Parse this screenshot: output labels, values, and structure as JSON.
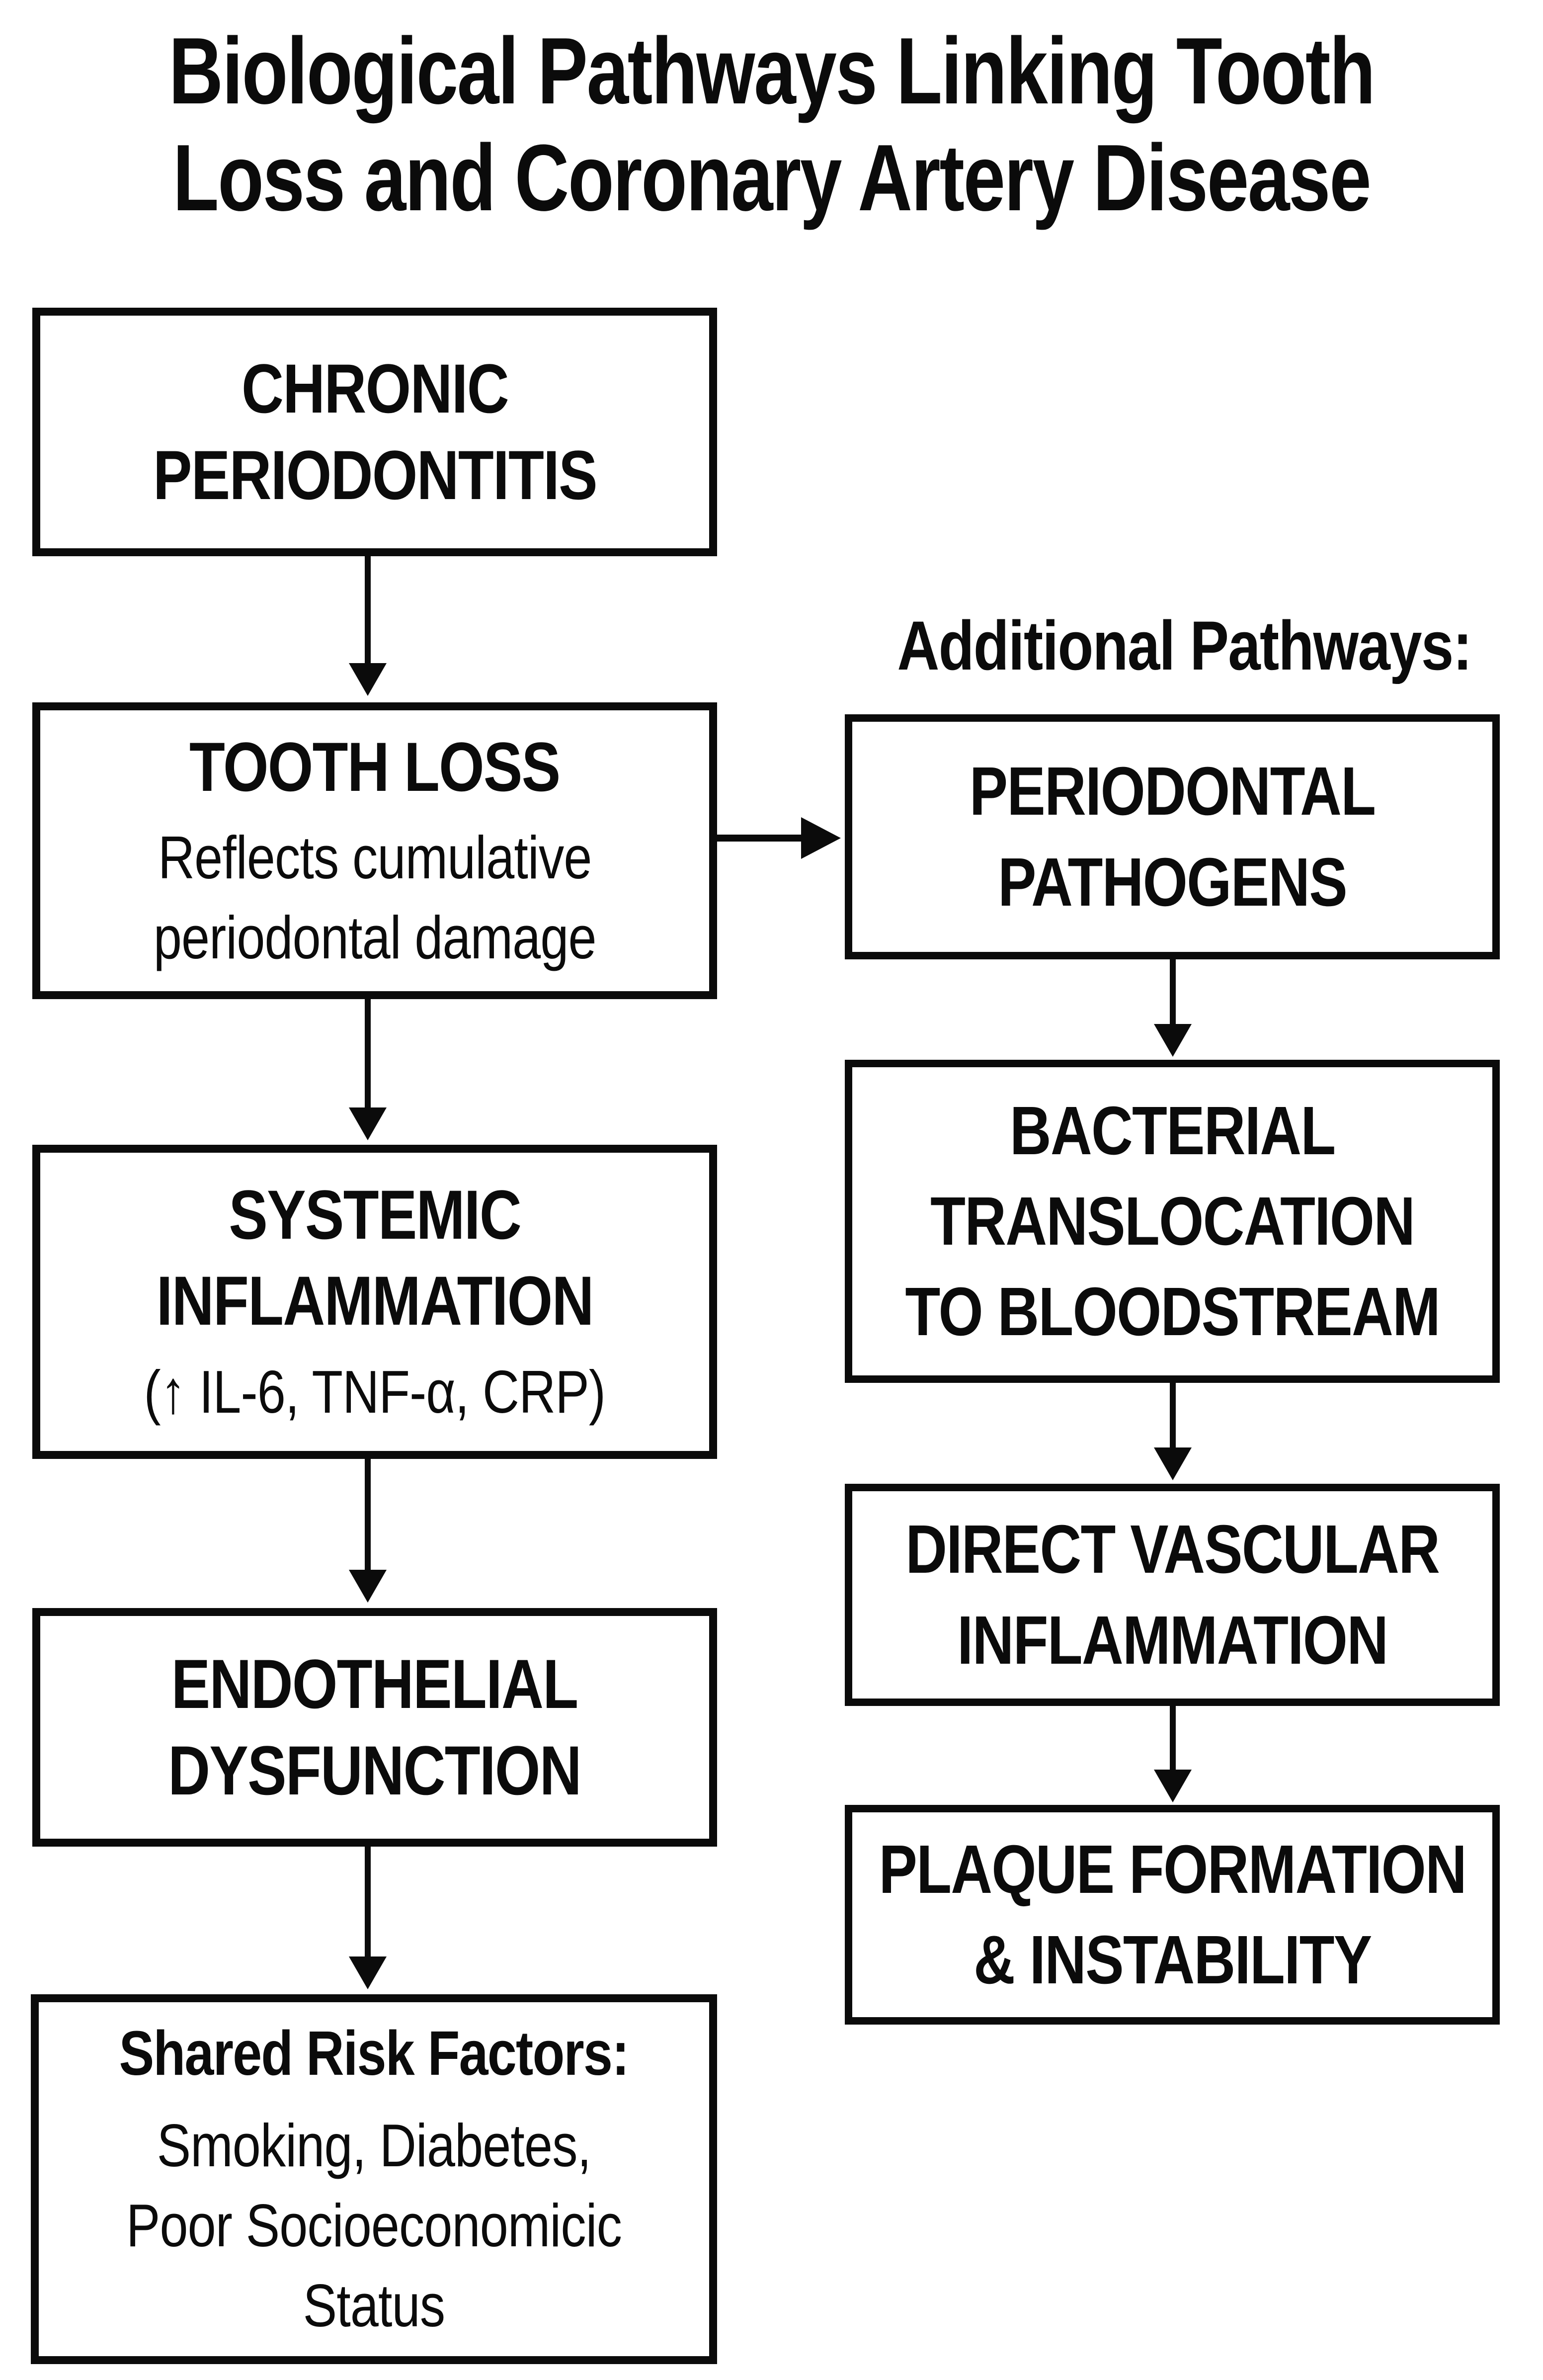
{
  "diagram": {
    "title_lines": [
      "Biological Pathways Linking Tooth",
      "Loss and Coronary Artery Disease"
    ],
    "main_pathway": {
      "boxes": [
        {
          "title_lines": [
            "CHRONIC",
            "PERIODONTITIS"
          ]
        },
        {
          "title_lines": [
            "TOOTH LOSS"
          ],
          "subtitle_lines": [
            "Reflects cumulative",
            "periodontal damage"
          ]
        },
        {
          "title_lines": [
            "SYSTEMIC",
            "INFLAMMATION"
          ],
          "subtitle_lines": [
            "(↑ IL-6, TNF-α, CRP)"
          ]
        },
        {
          "title_lines": [
            "ENDOTHELIAL",
            "DYSFUNCTION"
          ]
        },
        {
          "title_lines": [
            "Shared Risk Factors:"
          ],
          "subtitle_lines": [
            "Smoking, Diabetes,",
            "Poor Socioeconomicic",
            "Status"
          ]
        }
      ]
    },
    "additional_pathways": {
      "heading": "Additional Pathways:",
      "boxes": [
        {
          "title_lines": [
            "PERIODONTAL",
            "PATHOGENS"
          ]
        },
        {
          "title_lines": [
            "BACTERIAL",
            "TRANSLOCATION",
            "TO BLOODSTREAM"
          ]
        },
        {
          "title_lines": [
            "DIRECT VASCULAR",
            "INFLAMMATION"
          ]
        },
        {
          "title_lines": [
            "PLAQUE FORMATION",
            "& INSTABILITY"
          ]
        }
      ]
    },
    "colors": {
      "background": "#ffffff",
      "box_border": "#0b0b0b",
      "text": "#0b0b0b",
      "arrow": "#0b0b0b"
    }
  }
}
